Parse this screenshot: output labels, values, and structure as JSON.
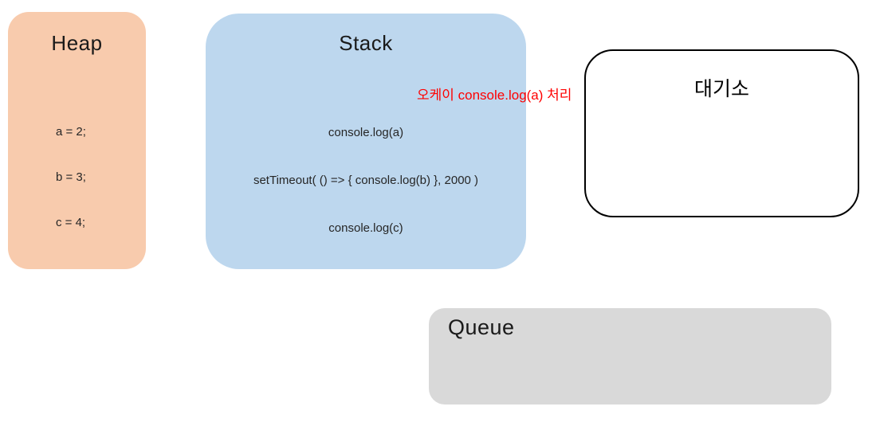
{
  "heap": {
    "title": "Heap",
    "lines": [
      "a = 2;",
      "b = 3;",
      "c = 4;"
    ]
  },
  "stack": {
    "title": "Stack",
    "lines": [
      "console.log(a)",
      "setTimeout( () => { console.log(b) }, 2000 )",
      "console.log(c)"
    ]
  },
  "annotation": {
    "text": "오케이 console.log(a) 처리",
    "color": "#ff0000"
  },
  "waiting_room": {
    "title": "대기소"
  },
  "queue": {
    "title": "Queue"
  },
  "colors": {
    "heap_bg": "#f8cbad",
    "stack_bg": "#bdd7ee",
    "queue_bg": "#d9d9d9",
    "waiting_bg": "#ffffff",
    "waiting_border": "#000000",
    "annotation_text": "#ff0000",
    "code_text": "#262626"
  }
}
